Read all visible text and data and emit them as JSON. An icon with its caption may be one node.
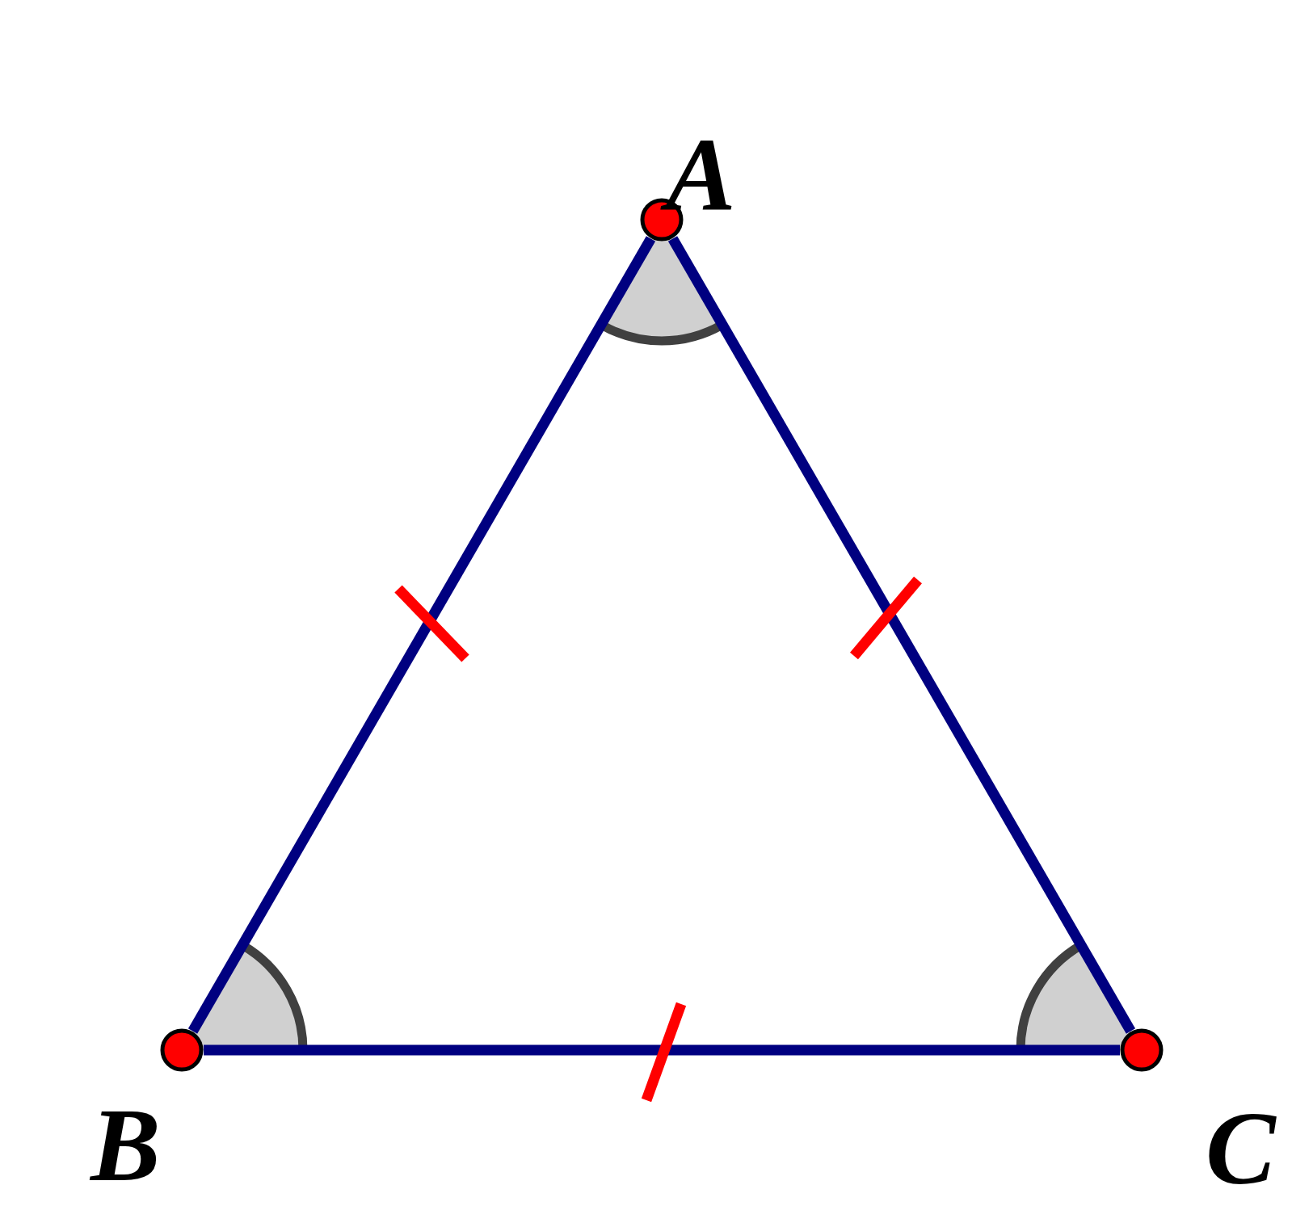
{
  "diagram": {
    "nodes": [
      {
        "text": [
          "A"
        ]
      },
      {
        "text": [
          "B"
        ]
      },
      {
        "text": [
          "C"
        ]
      }
    ],
    "edges": [
      {
        "from": 0,
        "to": 1,
        "arrow": "none"
      },
      {
        "from": 1,
        "to": 2,
        "arrow": "none"
      },
      {
        "from": 2,
        "to": 0,
        "arrow": "none"
      }
    ]
  }
}
